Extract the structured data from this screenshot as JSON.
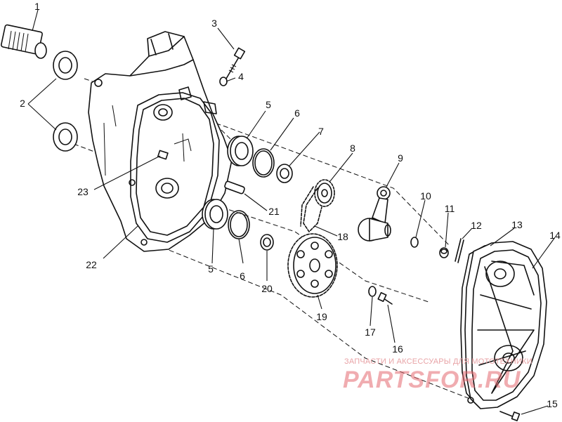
{
  "callouts": [
    "1",
    "2",
    "3",
    "4",
    "5",
    "6",
    "7",
    "8",
    "9",
    "10",
    "11",
    "12",
    "13",
    "14",
    "15",
    "16",
    "17",
    "18",
    "19",
    "20",
    "21",
    "22",
    "23",
    "5",
    "6"
  ],
  "watermark": {
    "tagline": "ЗАПЧАСТИ И АКСЕССУАРЫ ДЛЯ МОТОТЕХНИКИ",
    "brand": "PARTSFOR.RU",
    "color": "#e56a70"
  }
}
